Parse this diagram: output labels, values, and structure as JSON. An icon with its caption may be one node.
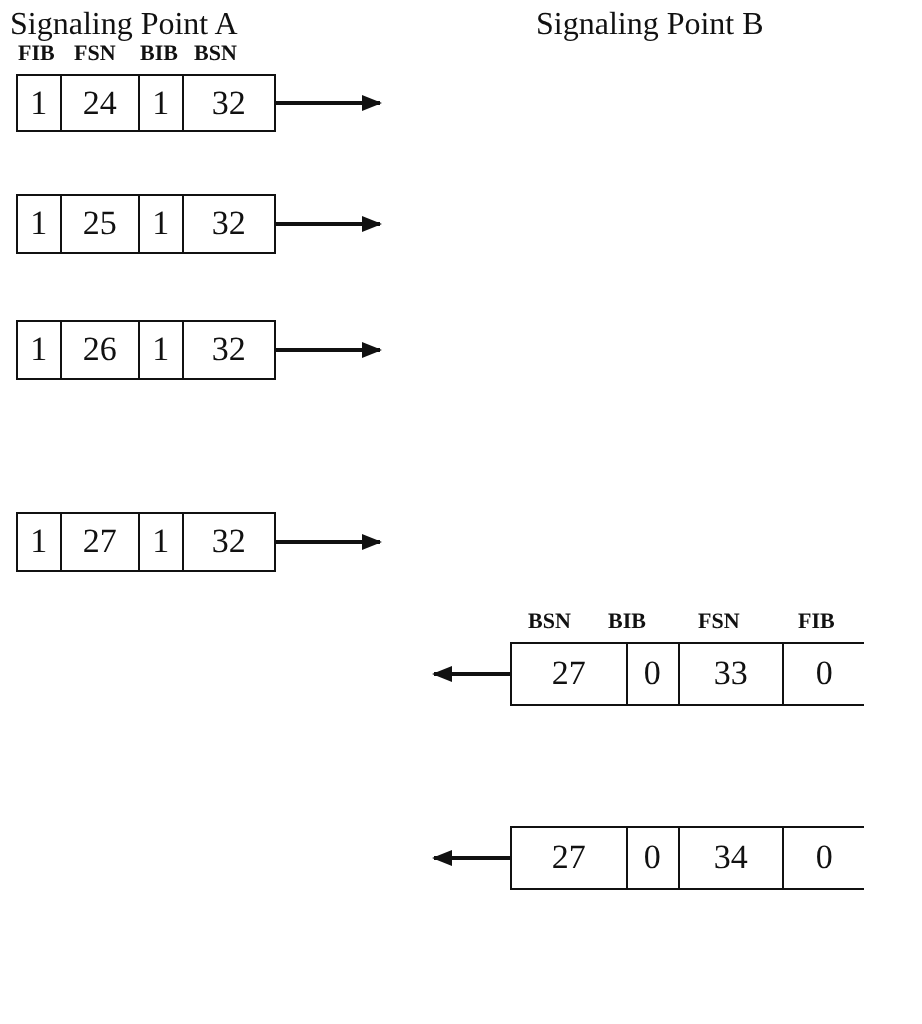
{
  "diagram": {
    "nodes": [
      {
        "text": [
          "1",
          "24",
          "1",
          "32"
        ]
      },
      {
        "text": [
          "1",
          "25",
          "1",
          "32"
        ]
      },
      {
        "text": [
          "1",
          "26",
          "1",
          "32"
        ]
      },
      {
        "text": [
          "1",
          "27",
          "1",
          "32"
        ]
      },
      {
        "text": [
          "27",
          "0",
          "33",
          "0"
        ]
      },
      {
        "text": [
          "27",
          "0",
          "34",
          "0"
        ]
      }
    ],
    "edges": [
      {
        "from": 0,
        "to": null,
        "arrow": "to"
      },
      {
        "from": 1,
        "to": null,
        "arrow": "to"
      },
      {
        "from": 2,
        "to": null,
        "arrow": "to"
      },
      {
        "from": 3,
        "to": null,
        "arrow": "to"
      },
      {
        "from": 4,
        "to": null,
        "arrow": "to"
      },
      {
        "from": 5,
        "to": null,
        "arrow": "to"
      }
    ],
    "labels": [
      "Signaling Point A",
      "Signaling Point B",
      "FIB",
      "FSN",
      "BIB",
      "BSN",
      "BSN",
      "BIB",
      "FSN",
      "FIB"
    ]
  }
}
